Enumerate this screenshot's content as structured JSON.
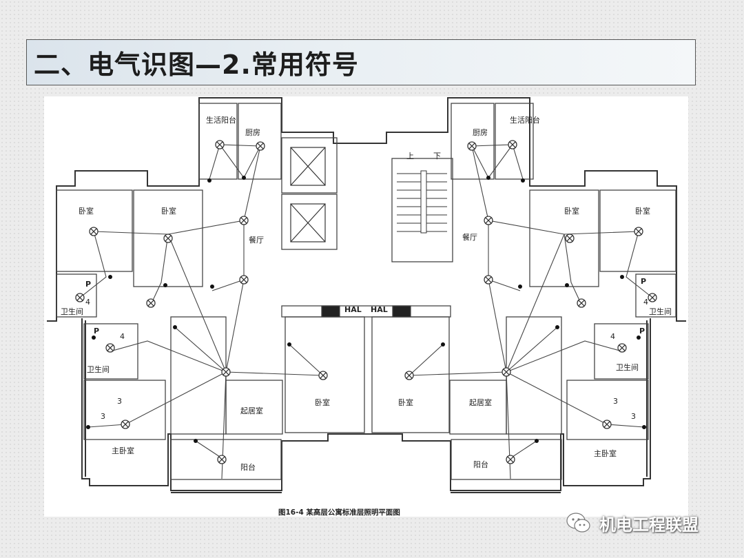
{
  "slide": {
    "title": "二、电气识图—2.常用符号"
  },
  "plan": {
    "caption": "图16-4  某高层公寓标准层照明平面图",
    "labels": {
      "bedroom": "卧室",
      "bathroom": "卫生间",
      "kitchen": "厨房",
      "utility_balcony": "生活阳台",
      "dining": "餐厅",
      "living": "起居室",
      "master_bedroom": "主卧室",
      "balcony": "阳台",
      "hal": "HAL",
      "up": "上",
      "down": "下",
      "p": "P",
      "n3": "3",
      "n4": "4"
    }
  },
  "watermark": {
    "text": "机电工程联盟",
    "icon": "wechat-icon"
  }
}
